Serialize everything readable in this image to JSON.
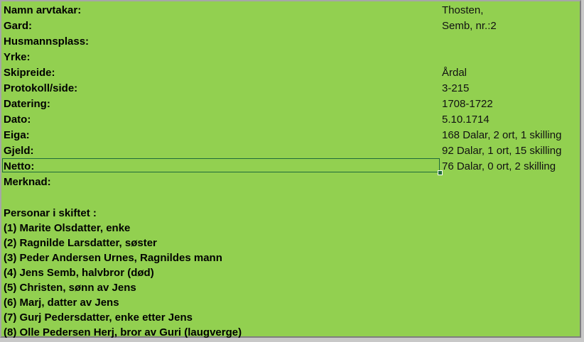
{
  "fields": [
    {
      "label": "Namn arvtakar:",
      "value": "Thosten,"
    },
    {
      "label": "Gard:",
      "value": "Semb, nr.:2"
    },
    {
      "label": "Husmannsplass:",
      "value": ""
    },
    {
      "label": "Yrke:",
      "value": ""
    },
    {
      "label": "Skipreide:",
      "value": "Årdal"
    },
    {
      "label": "Protokoll/side:",
      "value": "3-215"
    },
    {
      "label": "Datering:",
      "value": "1708-1722"
    },
    {
      "label": "Dato:",
      "value": "5.10.1714"
    },
    {
      "label": "Eiga:",
      "value": "168 Dalar, 2 ort, 1 skilling"
    },
    {
      "label": "Gjeld:",
      "value": "92 Dalar, 1 ort, 15 skilling"
    },
    {
      "label": "Netto:",
      "value": "76 Dalar, 0 ort, 2 skilling"
    },
    {
      "label": "Merknad:",
      "value": ""
    }
  ],
  "persons": {
    "heading": "Personar i skiftet :",
    "items": [
      "(1) Marite Olsdatter, enke",
      "(2) Ragnilde Larsdatter, søster",
      "(3) Peder Andersen Urnes, Ragnildes mann",
      "(4) Jens Semb, halvbror (død)",
      "(5) Christen, sønn av Jens",
      "(6) Marj, datter av Jens",
      "(7) Gurj Pedersdatter, enke etter Jens",
      "(8) Olle Pedersen Herj, bror av Guri (laugverge)"
    ]
  },
  "colors": {
    "cell_fill": "#92d050",
    "selection_border": "#1f6b3a"
  }
}
